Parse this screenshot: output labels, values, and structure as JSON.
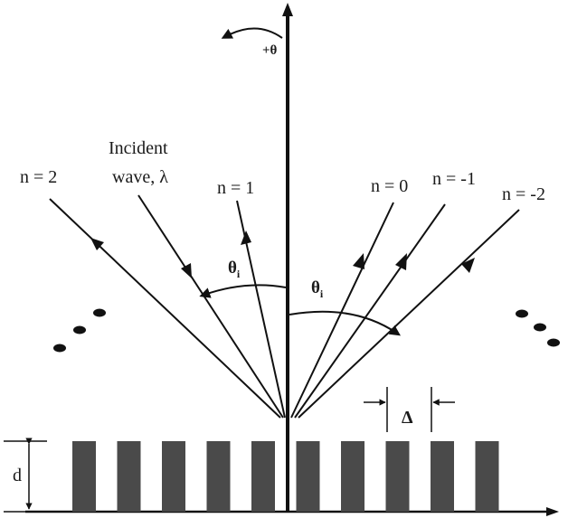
{
  "labels": {
    "plus_theta": "+θ",
    "incident_line1": "Incident",
    "incident_line2": "wave, λ",
    "n2": "n = 2",
    "n1": "n = 1",
    "n0": "n = 0",
    "nm1": "n = -1",
    "nm2": "n = -2",
    "theta_left": "θ",
    "theta_left_sub": "i",
    "theta_right": "θ",
    "theta_right_sub": "i",
    "delta": "Δ",
    "d": "d"
  },
  "colors": {
    "ink": "#111111",
    "grating": "#4a4a4a",
    "background": "#ffffff"
  },
  "grating": {
    "tooth_count": 10
  }
}
